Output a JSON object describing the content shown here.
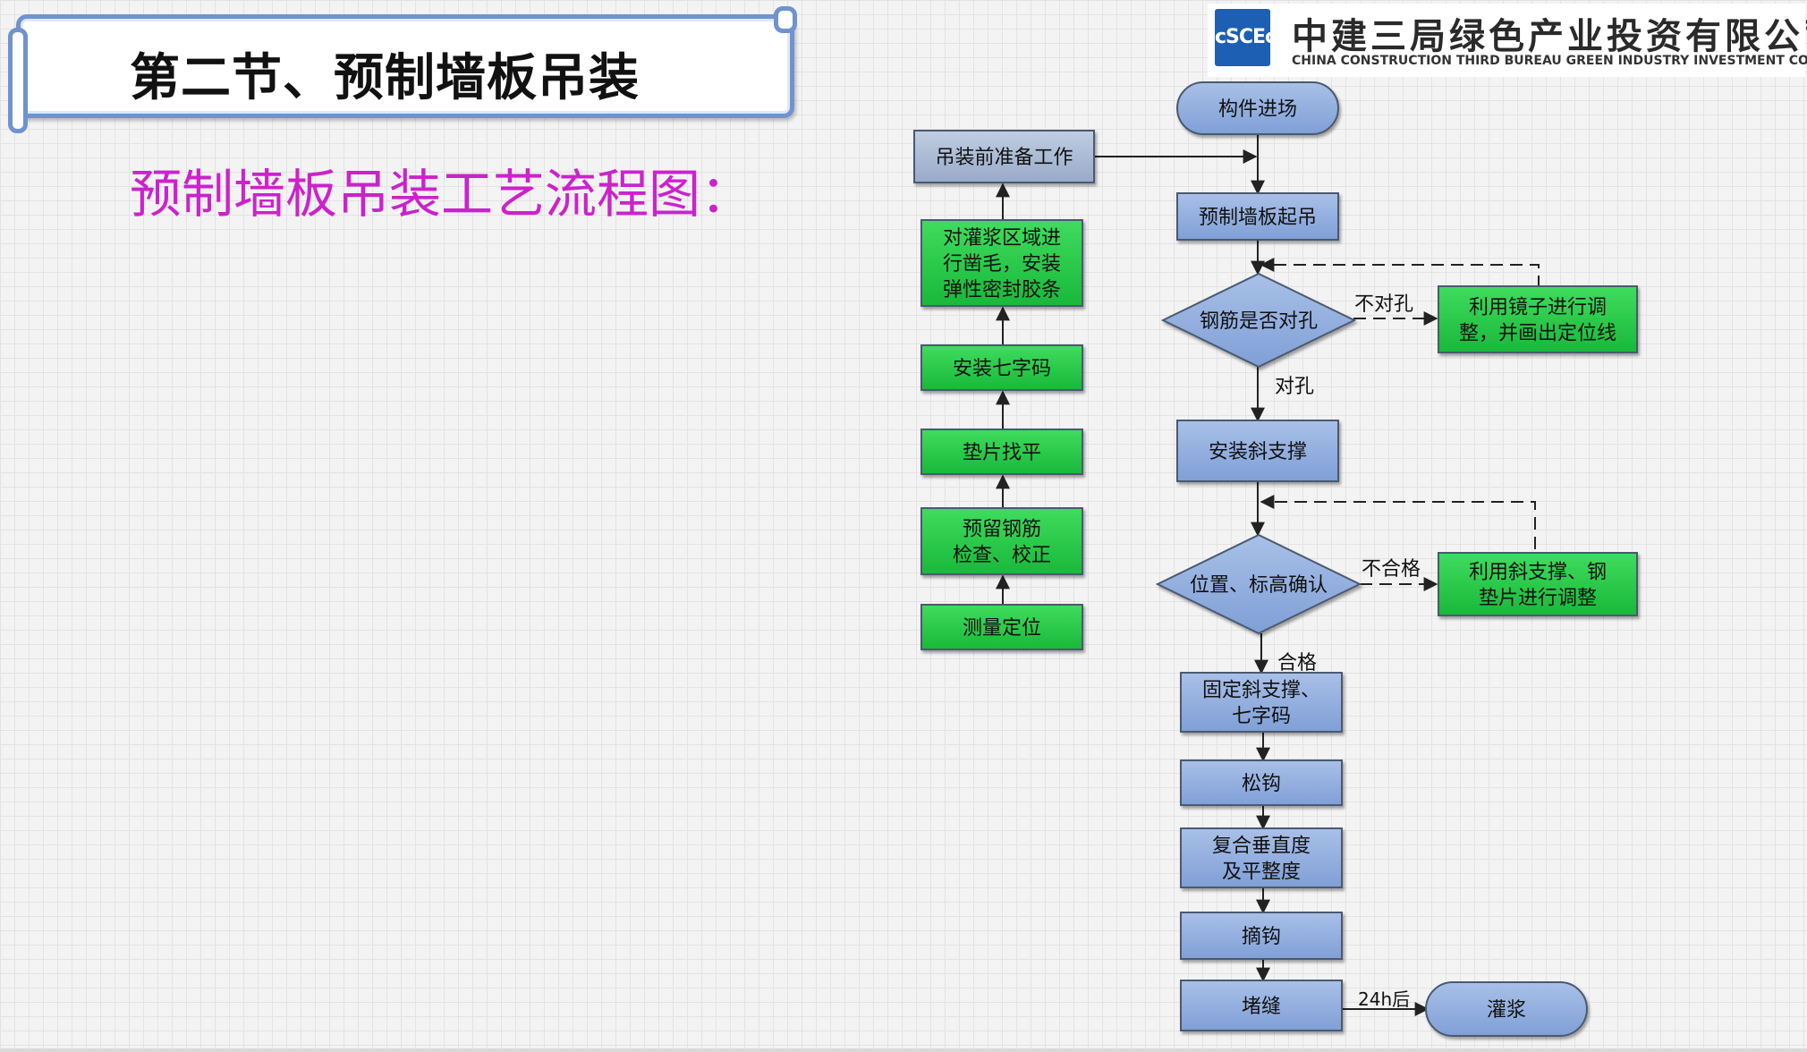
{
  "header": {
    "title": "第二节、预制墙板吊装",
    "subtitle": "预制墙板吊装工艺流程图："
  },
  "logo": {
    "mark": "cSCEc",
    "company_cn": "中建三局绿色产业投资有限公司",
    "company_en": "CHINA CONSTRUCTION THIRD BUREAU GREEN INDUSTRY INVESTMENT CO.,LTD"
  },
  "colors": {
    "blue_fill": "#8eaadb",
    "gray_blue_fill": "#a9b9d4",
    "green_fill": "#22cc44",
    "diamond_fill": "#7f9fd6",
    "stroke": "#4a5a70"
  },
  "flow": {
    "nodes": [
      {
        "id": "start",
        "lines": [
          "构件进场"
        ]
      },
      {
        "id": "prep",
        "lines": [
          "吊装前准备工作"
        ]
      },
      {
        "id": "lift",
        "lines": [
          "预制墙板起吊"
        ]
      },
      {
        "id": "check_rebar",
        "lines": [
          "钢筋是否对孔"
        ]
      },
      {
        "id": "mirror_adjust",
        "lines": [
          "利用镜子进行调",
          "整，并画出定位线"
        ]
      },
      {
        "id": "brace",
        "lines": [
          "安装斜支撑"
        ]
      },
      {
        "id": "check_pos",
        "lines": [
          "位置、标高确认"
        ]
      },
      {
        "id": "brace_adjust",
        "lines": [
          "利用斜支撑、钢",
          "垫片进行调整"
        ]
      },
      {
        "id": "fix",
        "lines": [
          "固定斜支撑、",
          "七字码"
        ]
      },
      {
        "id": "unhook_loose",
        "lines": [
          "松钩"
        ]
      },
      {
        "id": "recheck",
        "lines": [
          "复合垂直度",
          "及平整度"
        ]
      },
      {
        "id": "unhook",
        "lines": [
          "摘钩"
        ]
      },
      {
        "id": "seal",
        "lines": [
          "堵缝"
        ]
      },
      {
        "id": "grout",
        "lines": [
          "灌浆"
        ]
      },
      {
        "id": "measure",
        "lines": [
          "测量定位"
        ]
      },
      {
        "id": "rebar_reserve",
        "lines": [
          "预留钢筋",
          "检查、校正"
        ]
      },
      {
        "id": "shim",
        "lines": [
          "垫片找平"
        ]
      },
      {
        "id": "seven_code",
        "lines": [
          "安装七字码"
        ]
      },
      {
        "id": "roughen",
        "lines": [
          "对灌浆区域进",
          "行凿毛，安装",
          "弹性密封胶条"
        ]
      }
    ],
    "labels": {
      "not_aligned": "不对孔",
      "aligned": "对孔",
      "unqualified": "不合格",
      "qualified": "合格",
      "after_24h": "24h后"
    }
  }
}
